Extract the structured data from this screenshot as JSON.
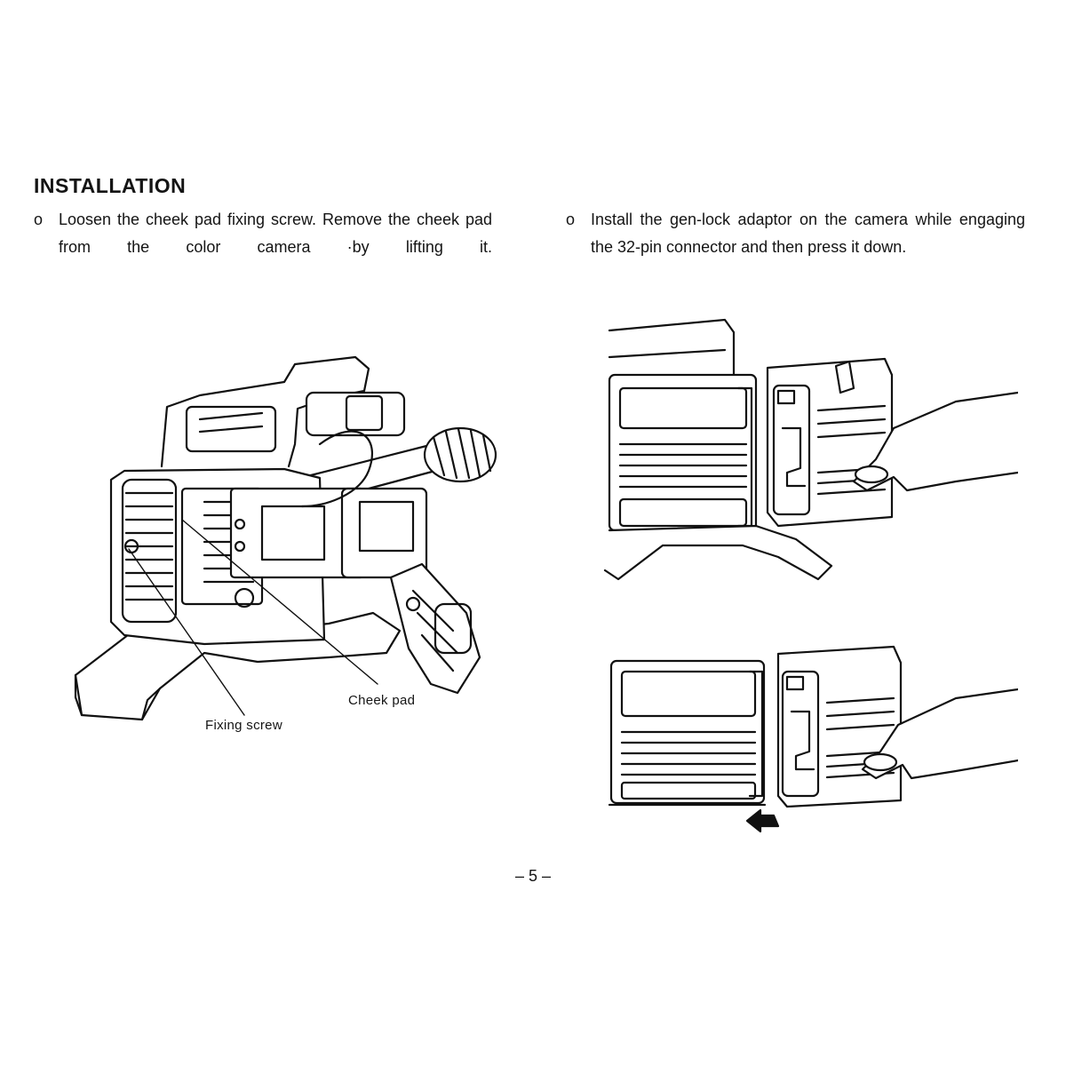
{
  "section": {
    "title": "INSTALLATION"
  },
  "steps": [
    {
      "marker": "o",
      "text": "Loosen the cheek pad fixing screw. Remove the cheek pad from the color camera ·by lifting it."
    },
    {
      "marker": "o",
      "text": "Install the gen-lock adaptor on the camera while engaging the 32-pin connector and then press it down."
    }
  ],
  "figure_camera": {
    "callouts": {
      "cheek_pad": "Cheek pad",
      "fixing_screw": "Fixing screw"
    }
  },
  "footer": {
    "page_number": "– 5 –"
  }
}
